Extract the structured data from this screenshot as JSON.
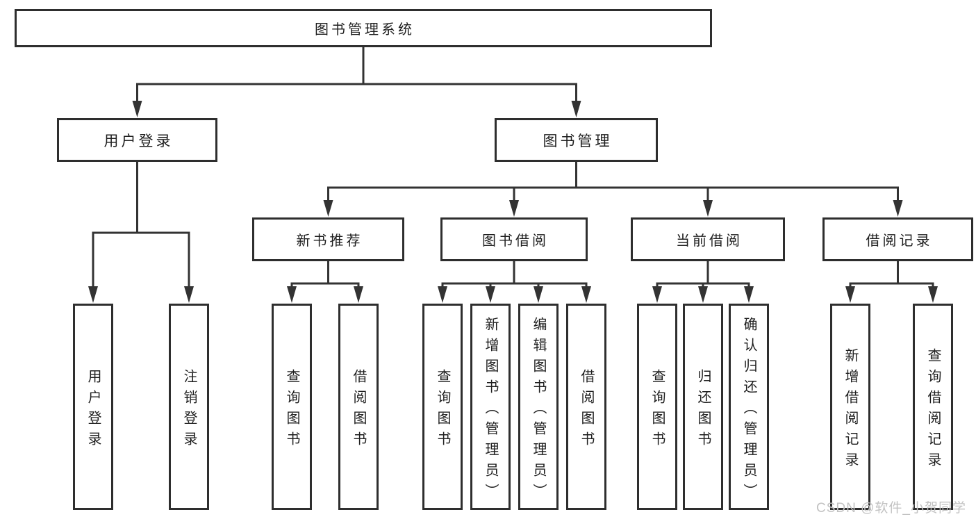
{
  "diagram": {
    "title": "图书管理系统",
    "colors": {
      "line": "#333333",
      "box_border": "#2e2e2e",
      "text": "#1f1f1f",
      "background": "#ffffff",
      "watermark_gray": "#c2c2c2"
    },
    "tree": {
      "id": "root",
      "label": "图书管理系统",
      "children": [
        {
          "id": "user-login",
          "label": "用户登录",
          "children": [
            {
              "id": "ul-login",
              "label": "用户登录",
              "vertical": true
            },
            {
              "id": "ul-logout",
              "label": "注销登录",
              "vertical": true
            }
          ]
        },
        {
          "id": "book-mgmt",
          "label": "图书管理",
          "children": [
            {
              "id": "new-book-rec",
              "label": "新书推荐",
              "children": [
                {
                  "id": "nbr-query",
                  "label": "查询图书",
                  "vertical": true
                },
                {
                  "id": "nbr-borrow",
                  "label": "借阅图书",
                  "vertical": true
                }
              ]
            },
            {
              "id": "book-borrow",
              "label": "图书借阅",
              "children": [
                {
                  "id": "bb-query",
                  "label": "查询图书",
                  "vertical": true
                },
                {
                  "id": "bb-add",
                  "label": "新增图书（管理员）",
                  "vertical": true
                },
                {
                  "id": "bb-edit",
                  "label": "编辑图书（管理员）",
                  "vertical": true
                },
                {
                  "id": "bb-borrow",
                  "label": "借阅图书",
                  "vertical": true
                }
              ]
            },
            {
              "id": "current-borrow",
              "label": "当前借阅",
              "children": [
                {
                  "id": "cb-query",
                  "label": "查询图书",
                  "vertical": true
                },
                {
                  "id": "cb-return",
                  "label": "归还图书",
                  "vertical": true
                },
                {
                  "id": "cb-confirm",
                  "label": "确认归还（管理员）",
                  "vertical": true
                }
              ]
            },
            {
              "id": "borrow-records",
              "label": "借阅记录",
              "children": [
                {
                  "id": "br-add",
                  "label": "新增借阅记录",
                  "vertical": true
                },
                {
                  "id": "br-query",
                  "label": "查询借阅记录",
                  "vertical": true
                }
              ]
            }
          ]
        }
      ]
    }
  },
  "watermark": {
    "text": "CSDN @软件_小贺同学"
  }
}
